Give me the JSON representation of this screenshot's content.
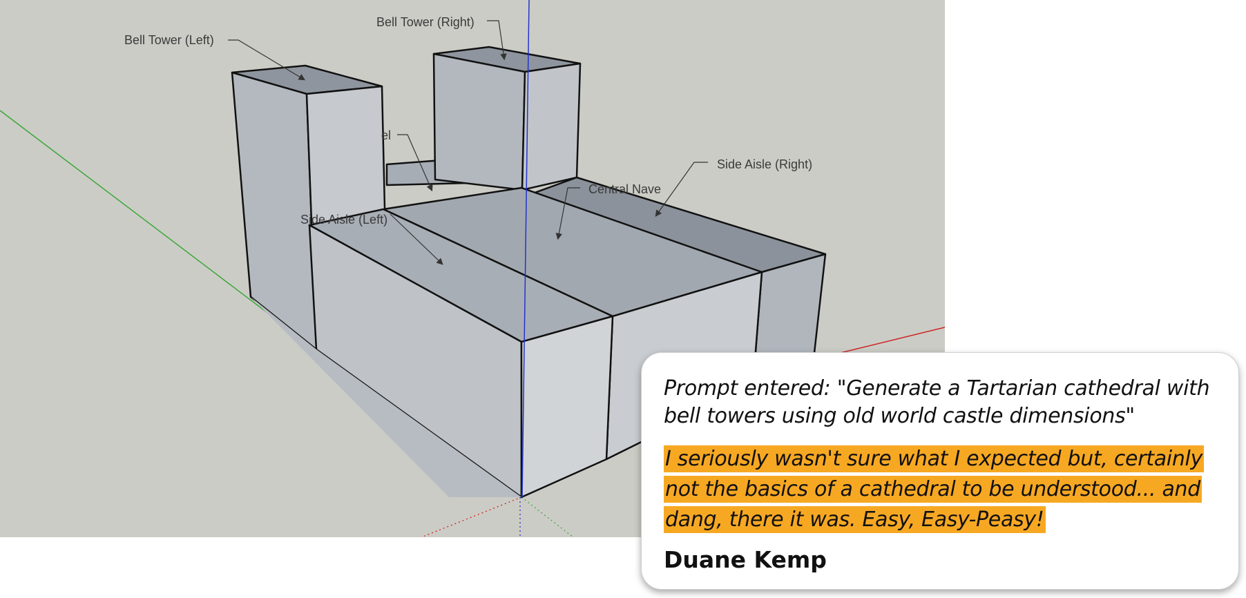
{
  "viewport": {
    "background_color": "#ccccc6",
    "axis_colors": {
      "green": "#3aa83a",
      "blue": "#2233cc",
      "red": "#cc2222"
    },
    "labels": {
      "bell_tower_left": "Bell Tower (Left)",
      "bell_tower_right": "Bell Tower (Right)",
      "side_aisle_right": "Side Aisle (Right)",
      "central_nave": "Central Nave",
      "side_aisle_left": "Side Aisle (Left)",
      "chapel_fragment": "el"
    }
  },
  "testimonial": {
    "prompt": "Prompt entered: \"Generate a Tartarian cathedral with bell towers using old world castle dimensions\"",
    "quote": "I seriously wasn't sure what I expected but, certainly not the basics of a cathedral to be understood... and dang, there it was. Easy, Easy-Peasy!",
    "author": "Duane Kemp",
    "highlight_color": "#f7a823"
  }
}
